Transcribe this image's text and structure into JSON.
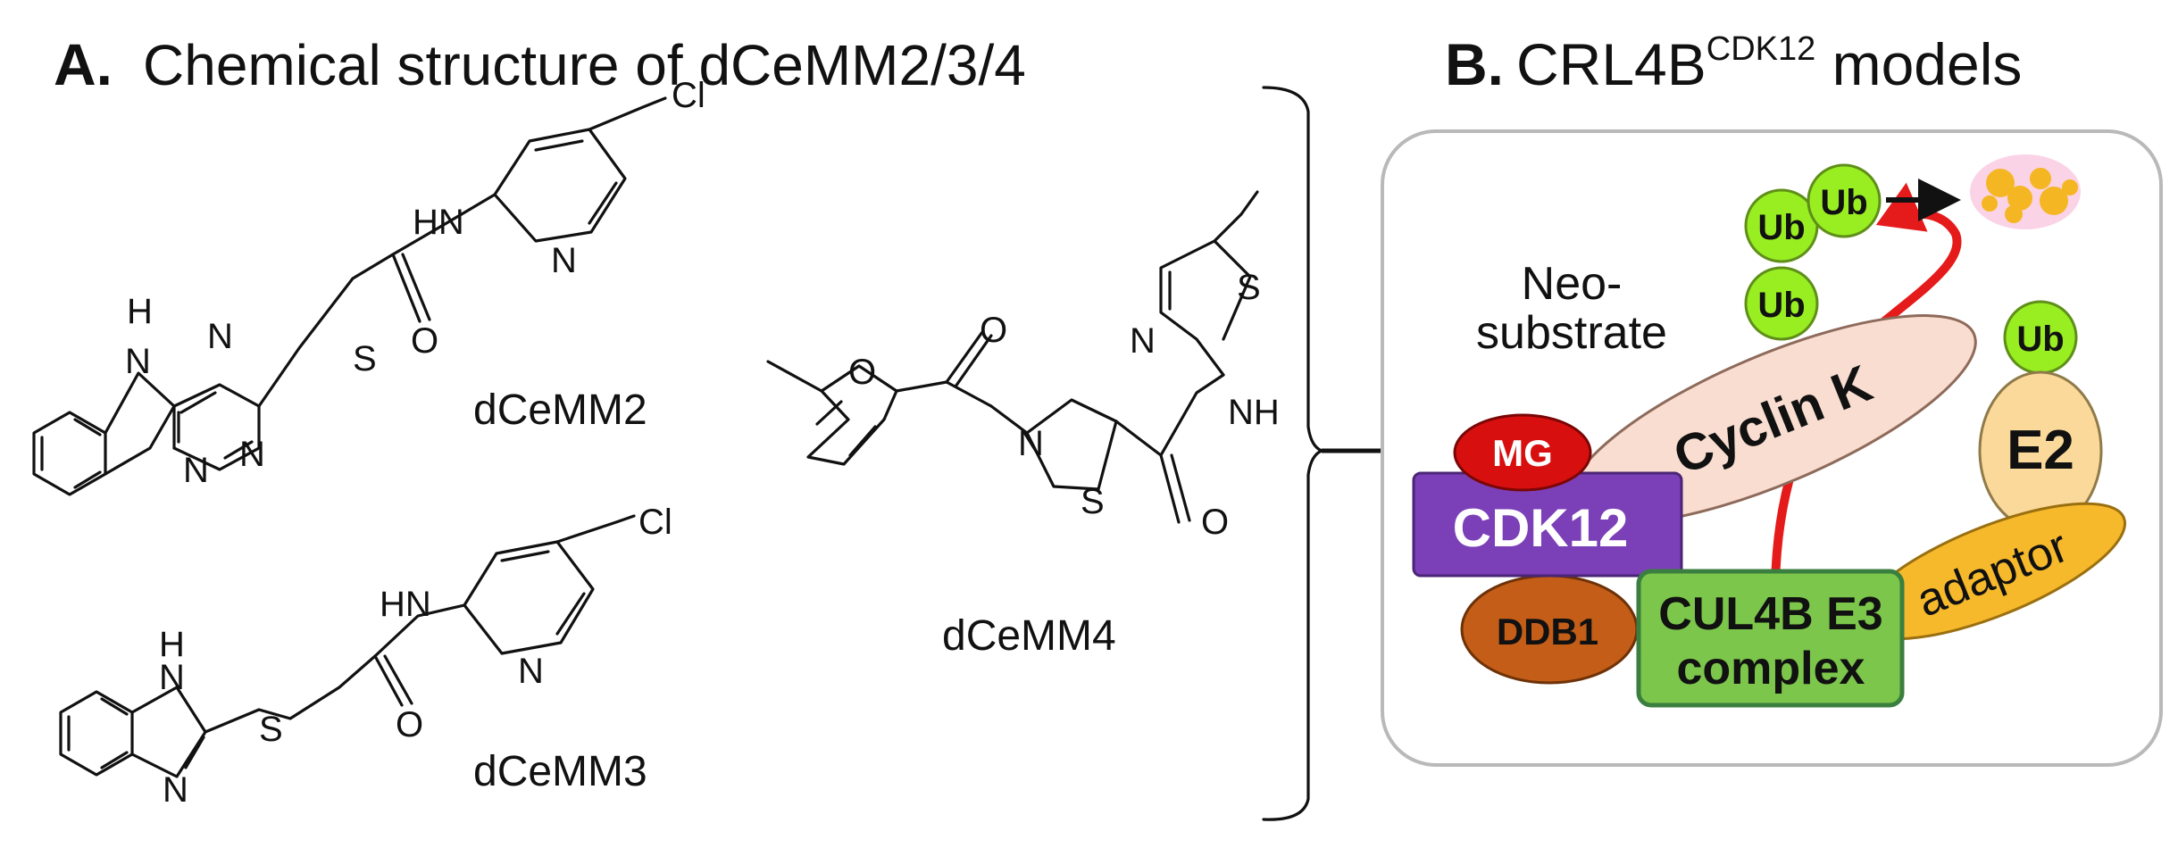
{
  "panel_a": {
    "label": "A.",
    "title": "Chemical structure of dCeMM2/3/4",
    "compounds": [
      "dCeMM2",
      "dCeMM3",
      "dCeMM4"
    ],
    "atoms": {
      "nh": "NH",
      "hn": "HN",
      "h": "H",
      "n": "N",
      "s": "S",
      "o": "O",
      "cl": "Cl"
    }
  },
  "panel_b": {
    "label": "B.",
    "title_main": "CRL4B",
    "title_sup": "CDK12",
    "title_tail": " models",
    "neo_line1": "Neo-",
    "neo_line2": "substrate",
    "ub": "Ub",
    "e2": "E2",
    "cyclin_k": "Cyclin K",
    "mg": "MG",
    "cdk12": "CDK12",
    "ddb1": "DDB1",
    "cul4b_line1": "CUL4B E3",
    "cul4b_line2": "complex",
    "adaptor": "adaptor"
  },
  "colors": {
    "ub_green": "#99ee22",
    "cyclin_pink": "#f8ddd0",
    "mg_red": "#d80f0f",
    "cdk12_purple": "#7b3fb8",
    "ddb1_brown": "#c35d18",
    "cul4b_green": "#7cc64b",
    "adaptor_orange": "#f6b92c",
    "e2_cream": "#fbd99a",
    "arrow_red": "#e51a1a"
  }
}
